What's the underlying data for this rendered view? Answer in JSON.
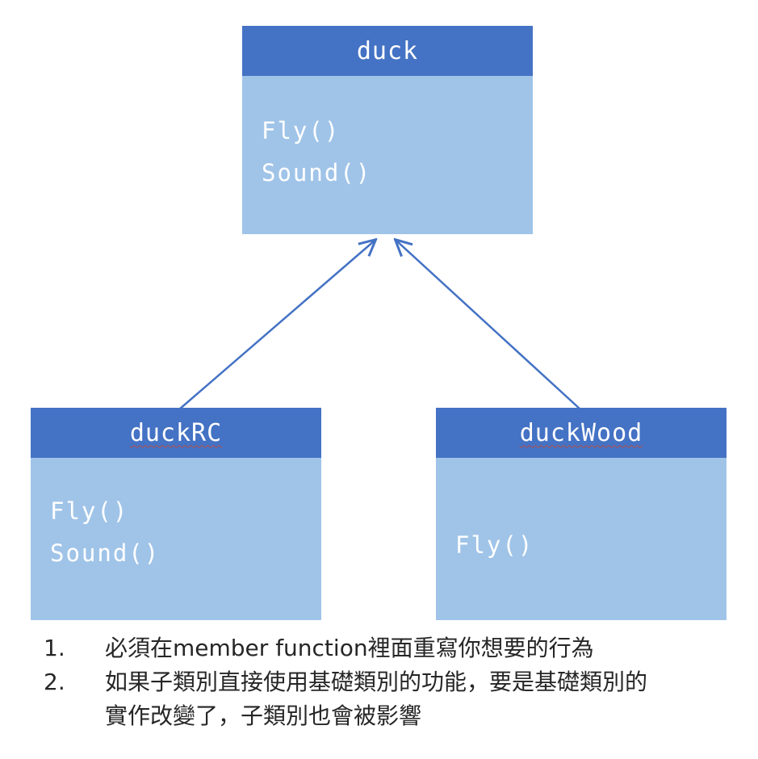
{
  "diagram": {
    "parent": {
      "title": "duck",
      "methods": [
        "Fly()",
        "Sound()"
      ]
    },
    "children": [
      {
        "title": "duckRC",
        "methods": [
          "Fly()",
          "Sound()"
        ]
      },
      {
        "title": "duckWood",
        "methods": [
          "Fly()"
        ]
      }
    ],
    "colors": {
      "header": "#4472C4",
      "body": "#A0C4E8",
      "text": "#FFFFFF",
      "arrow": "#4472C4"
    }
  },
  "notes": {
    "items": [
      {
        "number": "1.",
        "text": "必須在member function裡面重寫你想要的行為"
      },
      {
        "number": "2.",
        "text": "如果子類別直接使用基礎類別的功能，要是基礎類別的實作改變了，子類別也會被影響"
      }
    ]
  }
}
